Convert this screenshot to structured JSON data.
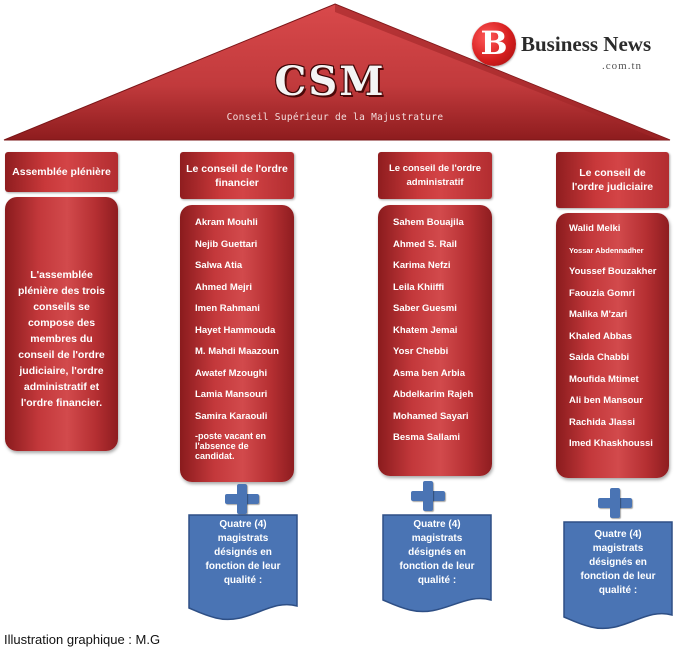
{
  "roof": {
    "title": "CSM",
    "subtitle": "Conseil Supérieur de la Majustrature"
  },
  "logo": {
    "letter": "B",
    "name": "Business News",
    "domain": ".com.tn"
  },
  "columns": [
    {
      "header": "Assemblée plénière",
      "body": "L'assemblée plénière des trois conseils se compose des membres du conseil de l'ordre judiciaire, l'ordre administratif et l'ordre financier."
    },
    {
      "header": "Le conseil de l'ordre financier",
      "members": [
        "Akram Mouhli",
        "Nejib Guettari",
        "Salwa Atia",
        "Ahmed Mejri",
        "Imen Rahmani",
        "Hayet Hammouda",
        "M. Mahdi Maazoun",
        "Awatef Mzoughi",
        "Lamia Mansouri",
        "Samira Karaouli",
        "-poste vacant en l'absence de candidat."
      ],
      "extra": "Quatre (4) magistrats désignés en fonction de leur qualité :"
    },
    {
      "header": "Le conseil de l'ordre administratif",
      "members": [
        "Sahem Bouajila",
        "Ahmed S. Rail",
        "Karima Nefzi",
        "Leila Khiiffi",
        "Saber Guesmi",
        "Khatem Jemai",
        "Yosr Chebbi",
        "Asma ben Arbia",
        "Abdelkarim Rajeh",
        "Mohamed Sayari",
        "Besma Sallami"
      ],
      "extra": "Quatre (4) magistrats désignés en fonction de leur qualité :"
    },
    {
      "header": "Le conseil de l'ordre judiciaire",
      "members": [
        "Walid Melki",
        "Yossar Abdennadher",
        "Youssef Bouzakher",
        "Faouzia Gomri",
        "Malika M'zari",
        "Khaled Abbas",
        "Saida Chabbi",
        "Moufida Mtimet",
        "Ali ben Mansour",
        "Rachida Jlassi",
        "Imed Khaskhoussi"
      ],
      "extra": "Quatre (4) magistrats désignés en fonction de leur qualité :"
    }
  ],
  "credit": "Illustration graphique : M.G",
  "colors": {
    "roof": "#c0393b",
    "column_red": "#c3383b",
    "blue": "#4a74b4"
  },
  "icons": {
    "plus": "plus-icon",
    "document": "document-shape"
  }
}
